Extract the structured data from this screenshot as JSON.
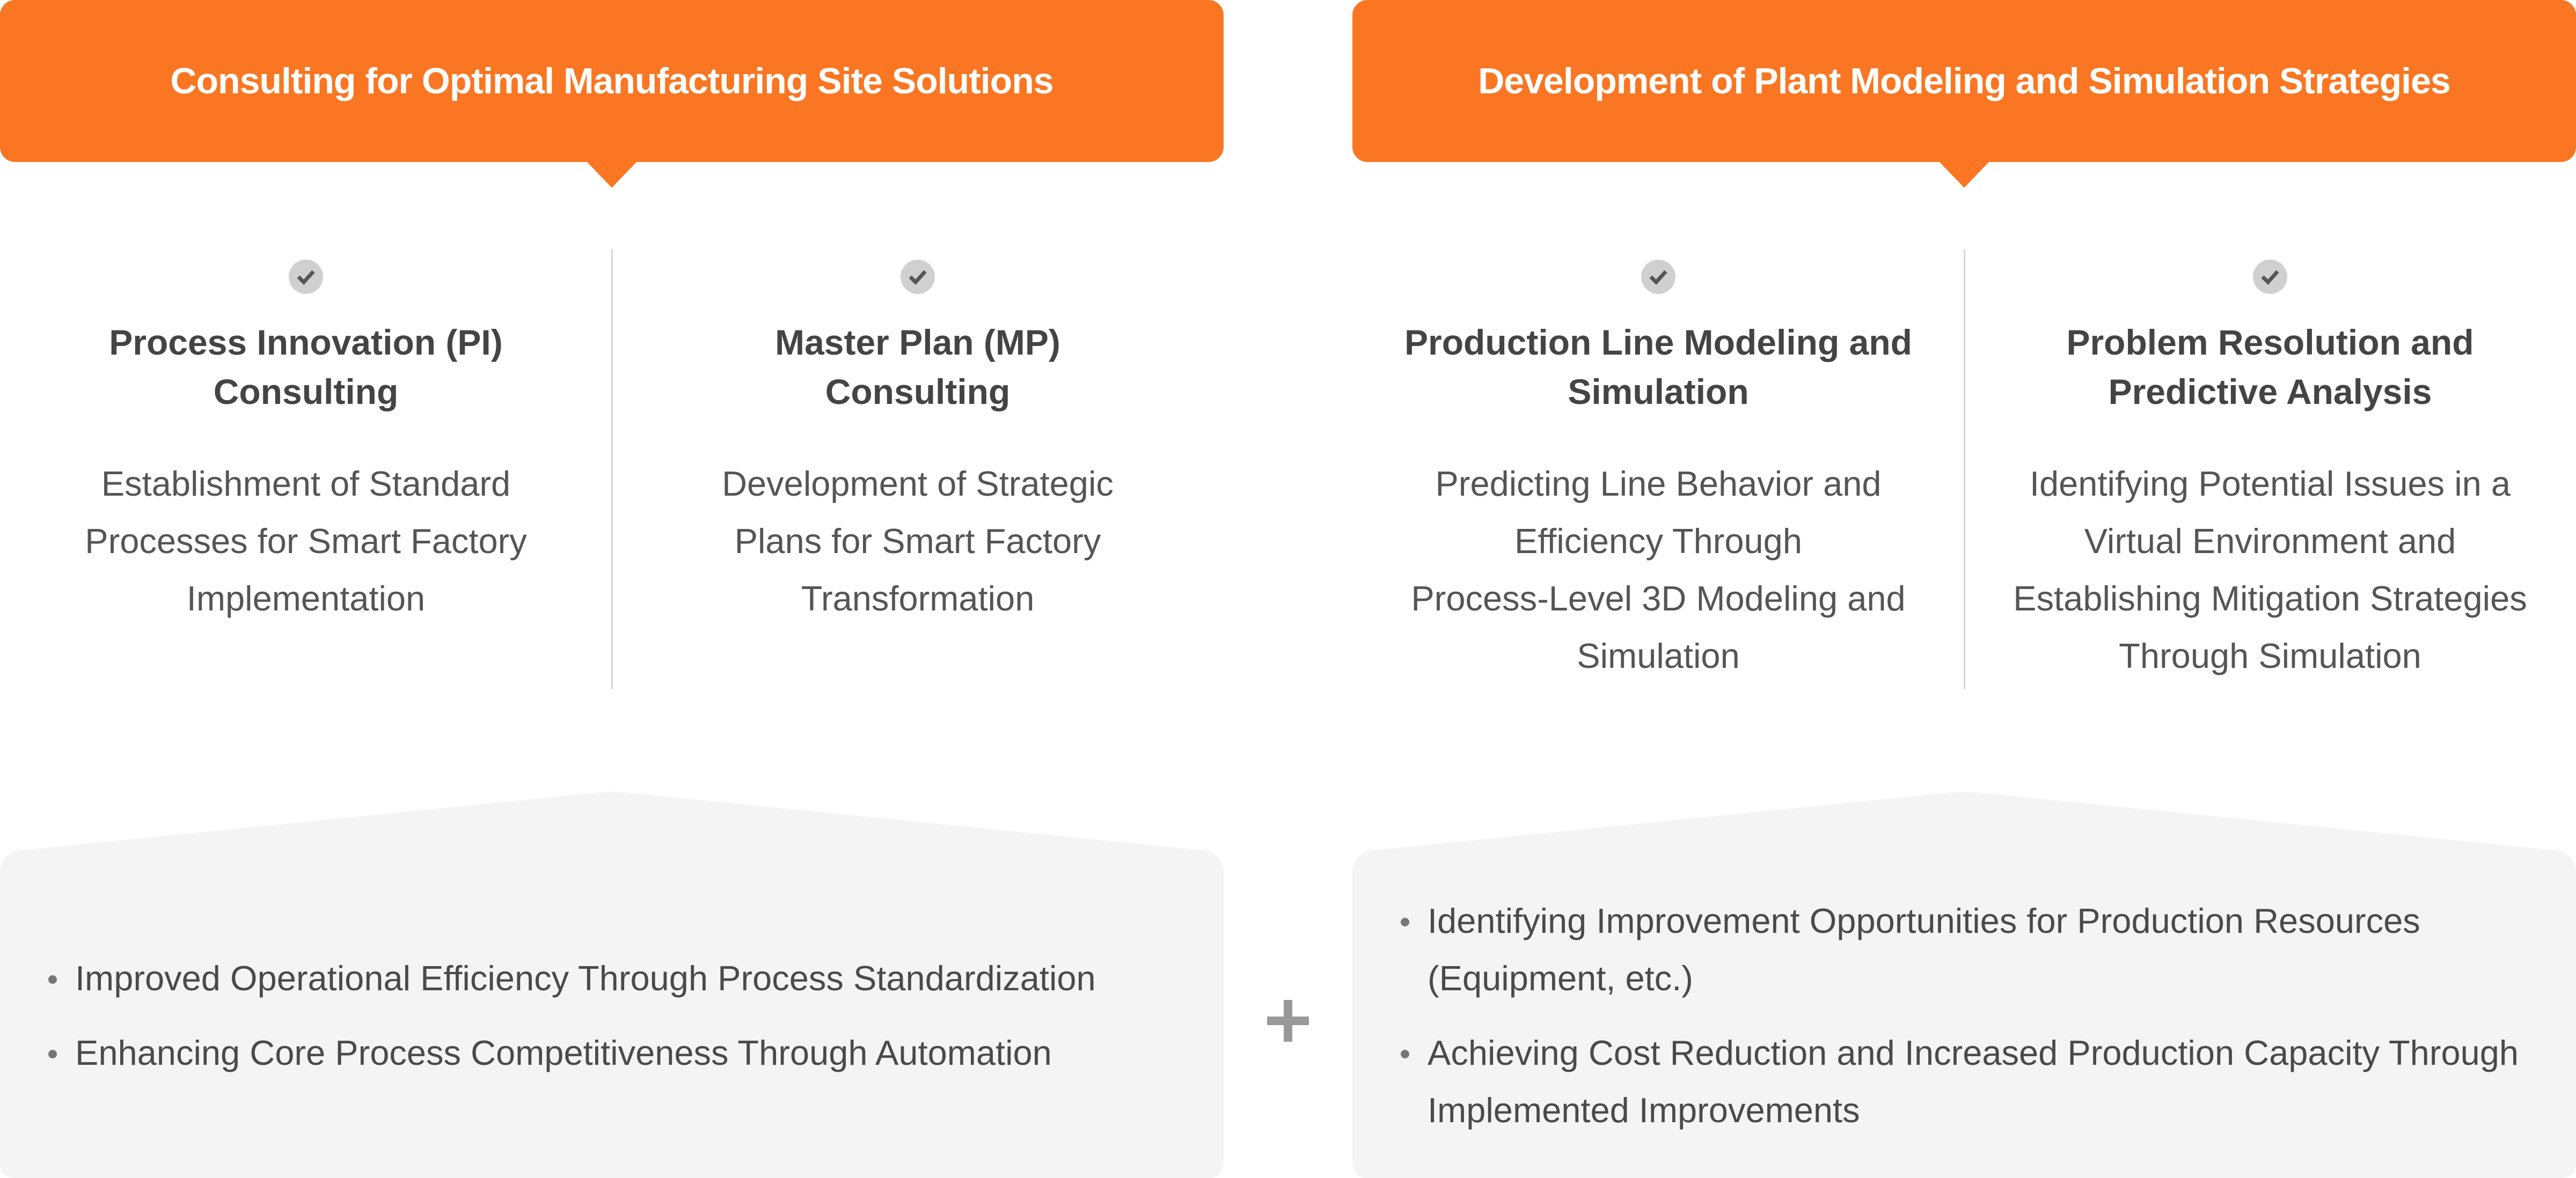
{
  "panels": [
    {
      "header": "Consulting for Optimal Manufacturing Site Solutions",
      "columns": [
        {
          "title": "Process Innovation (PI)\nConsulting",
          "description": "Establishment of Standard\nProcesses for Smart Factory\nImplementation"
        },
        {
          "title": "Master Plan (MP)\nConsulting",
          "description": "Development of Strategic\nPlans for Smart Factory\nTransformation"
        }
      ],
      "benefits": [
        "Improved Operational Efficiency Through Process Standardization",
        "Enhancing Core Process Competitiveness Through Automation"
      ]
    },
    {
      "header": "Development of Plant Modeling and Simulation Strategies",
      "columns": [
        {
          "title": "Production Line Modeling and\nSimulation",
          "description": "Predicting Line Behavior and\nEfficiency Through\nProcess-Level 3D Modeling and\nSimulation"
        },
        {
          "title": "Problem Resolution and\nPredictive Analysis",
          "description": "Identifying Potential Issues in a\nVirtual Environment and\nEstablishing Mitigation Strategies\nThrough Simulation"
        }
      ],
      "benefits": [
        "Identifying Improvement Opportunities for Production Resources (Equipment, etc.)",
        "Achieving Cost Reduction and Increased Production Capacity Through Implemented Improvements"
      ]
    }
  ],
  "colors": {
    "accent": "#fa7622",
    "box": "#f4f4f4",
    "check": "#d0d0d0"
  },
  "icons": {
    "check": "check-circle-icon",
    "plus": "plus-icon"
  }
}
